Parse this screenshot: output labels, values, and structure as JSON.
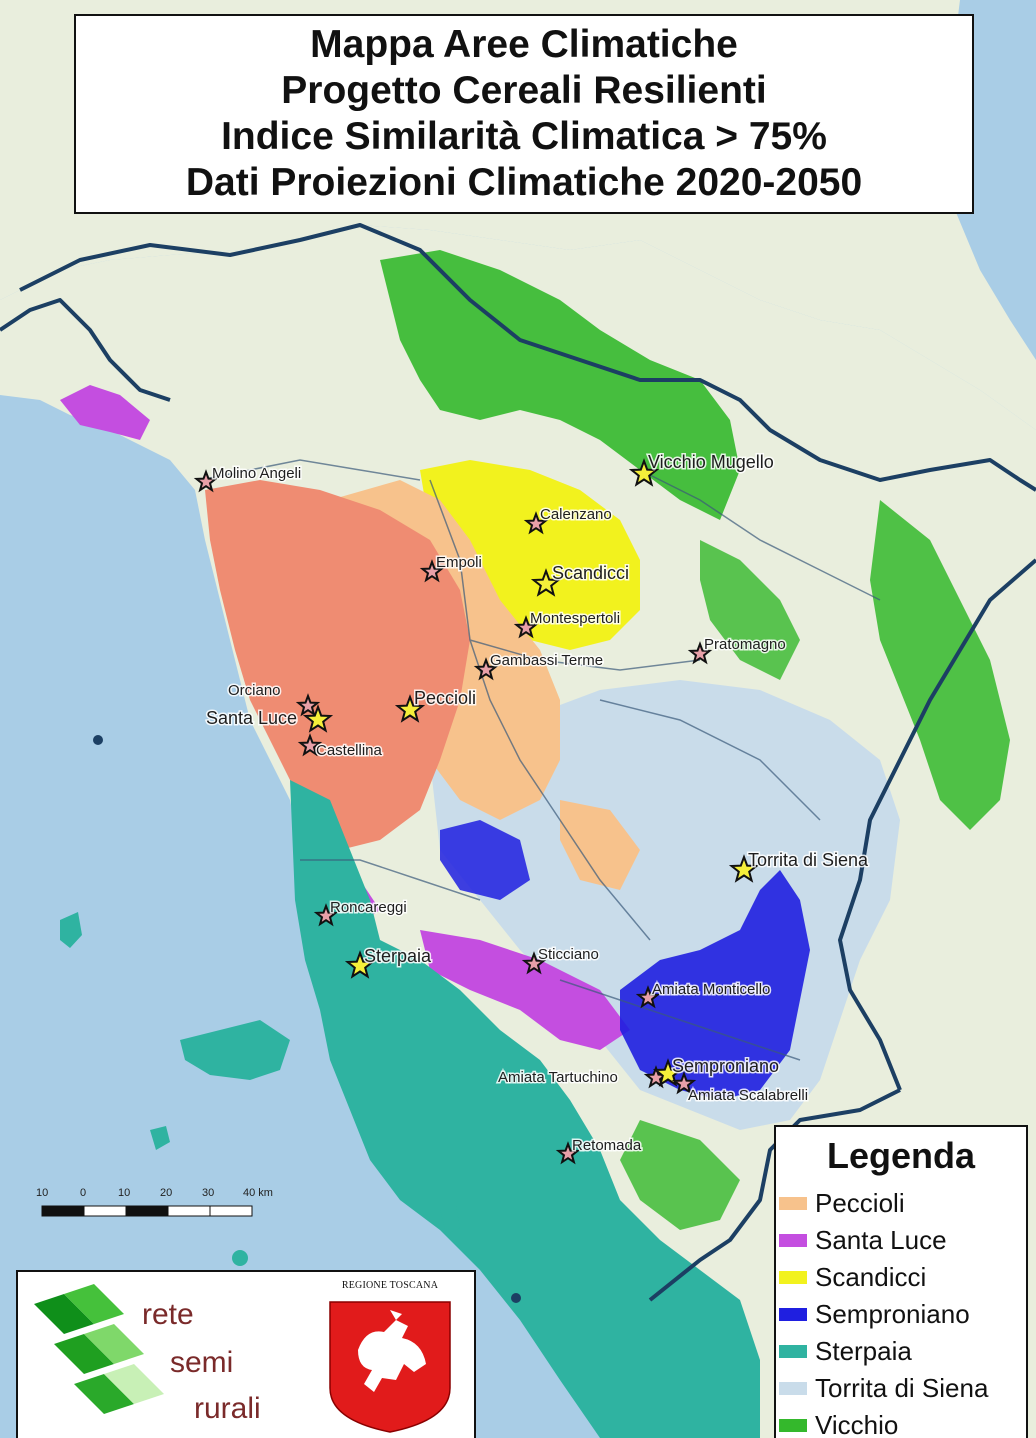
{
  "title": {
    "line1": "Mappa Aree Climatiche",
    "line2": "Progetto Cereali Resilienti",
    "line3": "Indice Similarità Climatica > 75%",
    "line4": "Dati Proiezioni Climatiche 2020-2050"
  },
  "legend": {
    "title": "Legenda",
    "items": [
      {
        "label": "Peccioli",
        "color": "#f7c28c"
      },
      {
        "label": "Santa Luce",
        "color": "#c44ee0"
      },
      {
        "label": "Scandicci",
        "color": "#f2f21e"
      },
      {
        "label": "Semproniano",
        "color": "#1f1fe0"
      },
      {
        "label": "Sterpaia",
        "color": "#2fb3a1"
      },
      {
        "label": "Torrita di Siena",
        "color": "#c9dcea"
      },
      {
        "label": "Vicchio",
        "color": "#34b82c"
      }
    ]
  },
  "sites": [
    {
      "name": "Molino Angeli",
      "star": "pink"
    },
    {
      "name": "Vicchio Mugello",
      "star": "yellow"
    },
    {
      "name": "Calenzano",
      "star": "pink"
    },
    {
      "name": "Empoli",
      "star": "pink"
    },
    {
      "name": "Scandicci",
      "star": "yellow"
    },
    {
      "name": "Montespertoli",
      "star": "pink"
    },
    {
      "name": "Pratomagno",
      "star": "pink"
    },
    {
      "name": "Gambassi Terme",
      "star": "pink"
    },
    {
      "name": "Orciano",
      "star": "pink"
    },
    {
      "name": "Santa Luce",
      "star": "yellow"
    },
    {
      "name": "Peccioli",
      "star": "yellow"
    },
    {
      "name": "Castellina",
      "star": "pink"
    },
    {
      "name": "Torrita di Siena",
      "star": "yellow"
    },
    {
      "name": "Roncareggi",
      "star": "pink"
    },
    {
      "name": "Sterpaia",
      "star": "yellow"
    },
    {
      "name": "Sticciano",
      "star": "pink"
    },
    {
      "name": "Amiata Monticello",
      "star": "pink"
    },
    {
      "name": "Amiata Tartuchino",
      "star": "pink"
    },
    {
      "name": "Semproniano",
      "star": "yellow"
    },
    {
      "name": "Amiata Scalabrelli",
      "star": "pink"
    },
    {
      "name": "Retomada",
      "star": "pink"
    }
  ],
  "scale_bar": {
    "ticks": [
      "10",
      "0",
      "10",
      "20",
      "30",
      "40 km"
    ]
  },
  "logos": {
    "rete_semi_rurali": {
      "line1": "rete",
      "line2": "semi",
      "line3": "rurali"
    },
    "regione_toscana": {
      "caption": "REGIONE TOSCANA"
    }
  },
  "colors": {
    "sea": "#a9cde6",
    "land": "#e9eedd",
    "boundary": "#1c3f63",
    "star_yellow": "#f5ef3a",
    "star_pink": "#e8a0a8"
  }
}
